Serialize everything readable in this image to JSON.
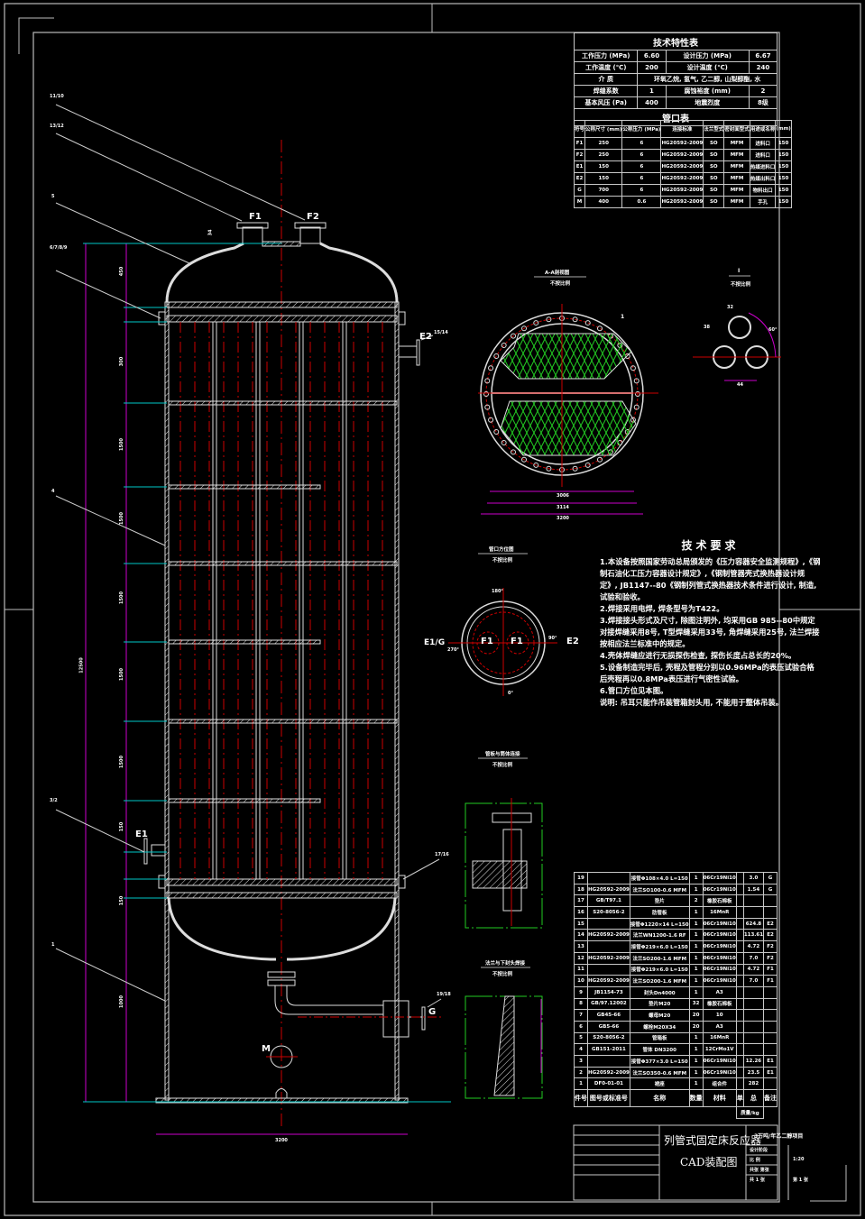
{
  "tech_table": {
    "title": "技术特性表",
    "rows": [
      [
        "工作压力 (MPa)",
        "6.60",
        "设计压力 (MPa)",
        "6.67"
      ],
      [
        "工作温度 (℃)",
        "200",
        "设计温度 (℃)",
        "240"
      ],
      [
        "介 质",
        "环氧乙烷, 氢气, 乙二醇, 山梨醇酯, 水"
      ],
      [
        "焊缝系数",
        "1",
        "腐蚀裕度 (mm)",
        "2"
      ],
      [
        "基本风压 (Pa)",
        "400",
        "地震烈度",
        "8级"
      ]
    ]
  },
  "nozzle_table": {
    "title": "管口表",
    "headers": [
      "符号",
      "公称尺寸 (mm)",
      "公称压力 (MPa)",
      "连接标准",
      "法兰型式",
      "密封面型式",
      "用途或名称",
      "(mm)"
    ],
    "rows": [
      [
        "F1",
        "250",
        "6",
        "HG20592-2009",
        "SO",
        "MFM",
        "进料口",
        "150"
      ],
      [
        "F2",
        "250",
        "6",
        "HG20592-2009",
        "SO",
        "MFM",
        "进料口",
        "150"
      ],
      [
        "E1",
        "150",
        "6",
        "HG20592-2009",
        "SO",
        "MFM",
        "热媒进料口",
        "150"
      ],
      [
        "E2",
        "150",
        "6",
        "HG20592-2009",
        "SO",
        "MFM",
        "热媒出料口",
        "150"
      ],
      [
        "G",
        "700",
        "6",
        "HG20592-2009",
        "SO",
        "MFM",
        "物料出口",
        "150"
      ],
      [
        "M",
        "400",
        "0.6",
        "HG20592-2009",
        "SO",
        "MFM",
        "手孔",
        "150"
      ]
    ]
  },
  "requirements": {
    "title": "技术要求",
    "items": [
      "1.本设备按照国家劳动总局颁发的《压力容器安全监测规程》,《钢制石油化工压力容器设计规定》,《钢制管器壳式换热器设计规定》, JB1147--80《钢制列管式换热器技术条件进行设计, 制造, 试验和验收。",
      "2.焊接采用电焊, 焊条型号为T422。",
      "3.焊接接头形式及尺寸, 除图注明外, 均采用GB 985--80中规定对接焊缝采用8号, T型焊缝采用33号, 角焊缝采用25号, 法兰焊接按相应法兰标准中的规定。",
      "4.壳体焊缝应进行无损探伤检查, 探伤长度占总长的20%。",
      "5.设备制造完毕后, 壳程及管程分别以0.96MPa的表压试验合格后壳程再以0.8MPa表压进行气密性试验。",
      "6.管口方位见本图。",
      "说明: 吊耳只能作吊装管箱封头用, 不能用于整体吊装。"
    ]
  },
  "bom": {
    "rows": [
      [
        "19",
        "",
        "接管Φ108×4.0 L=150",
        "1",
        "06Cr19Ni10",
        "",
        "3.0",
        "G"
      ],
      [
        "18",
        "HG20592-2009",
        "法兰SO100-0.6 MFM",
        "1",
        "06Cr19Ni10",
        "",
        "1.54",
        "G"
      ],
      [
        "17",
        "GB/T97.1",
        "垫片",
        "2",
        "橡胶石棉板",
        "",
        "",
        ""
      ],
      [
        "16",
        "S20-8056-2",
        "肋管板",
        "1",
        "16MnR",
        "",
        "",
        ""
      ],
      [
        "15",
        "",
        "接管Φ1220×14 L=150",
        "1",
        "06Cr19Ni10",
        "",
        "624.8",
        "E2"
      ],
      [
        "14",
        "HG20592-2009",
        "法兰WN1200-1.6 RF",
        "1",
        "06Cr19Ni10",
        "",
        "113.61",
        "E2"
      ],
      [
        "13",
        "",
        "接管Φ219×6.0 L=150",
        "1",
        "06Cr19Ni10",
        "",
        "4.72",
        "F2"
      ],
      [
        "12",
        "HG20592-2009",
        "法兰SO200-1.6 MFM",
        "1",
        "06Cr19Ni10",
        "",
        "7.0",
        "F2"
      ],
      [
        "11",
        "",
        "接管Φ219×6.0 L=150",
        "1",
        "06Cr19Ni10",
        "",
        "4.72",
        "F1"
      ],
      [
        "10",
        "HG20592-2009",
        "法兰SO200-1.6 MFM",
        "1",
        "06Cr19Ni10",
        "",
        "7.0",
        "F1"
      ],
      [
        "9",
        "JB1154-73",
        "封头Dn4000",
        "1",
        "A3",
        "",
        "",
        ""
      ],
      [
        "8",
        "GB/97.12002",
        "垫片M20",
        "32",
        "橡胶石棉板",
        "",
        "",
        ""
      ],
      [
        "7",
        "GB45-66",
        "螺母M20",
        "20",
        "10",
        "",
        "",
        ""
      ],
      [
        "6",
        "GB5-66",
        "螺栓M20X34",
        "20",
        "A3",
        "",
        "",
        ""
      ],
      [
        "5",
        "S20-8056-2",
        "管箱板",
        "1",
        "16MnR",
        "",
        "",
        ""
      ],
      [
        "4",
        "GB151-2011",
        "管体 DN3200",
        "1",
        "12CrMo1V",
        "",
        "",
        ""
      ],
      [
        "3",
        "",
        "接管Φ377×3.0 L=150",
        "1",
        "06Cr19Ni10",
        "",
        "12.26",
        "E1"
      ],
      [
        "2",
        "HG20592-2009",
        "法兰SO350-0.6 MFM",
        "1",
        "06Cr19Ni10",
        "",
        "23.5",
        "E1"
      ],
      [
        "1",
        "DF0-01-01",
        "裙座",
        "1",
        "组合件",
        "",
        "282",
        ""
      ]
    ],
    "headers": [
      "件号",
      "图号或标准号",
      "名称",
      "数量",
      "材料",
      "单",
      "总",
      "备注"
    ],
    "mass_label": "质量/kg"
  },
  "title_block": {
    "title_line1": "列管式固定床反应器",
    "title_line2": "CAD装配图",
    "project": "3万吨/年乙二醇项目",
    "rows": [
      [
        "设计阶段",
        ""
      ],
      [
        "比 例",
        "1:20"
      ],
      [
        "共张 第张",
        ""
      ],
      [
        "共 1 张",
        "第 1 张"
      ]
    ]
  },
  "main_view": {
    "nozzle_labels": [
      "F1",
      "F2",
      "E1",
      "E2",
      "G",
      "M"
    ],
    "balloons": [
      "11/10",
      "13/12",
      "5",
      "6/7/8/9",
      "4",
      "3/2",
      "1",
      "15/14",
      "17/16",
      "19/18"
    ],
    "dims_vertical": [
      "450",
      "300",
      "1500",
      "1500",
      "1500",
      "1500",
      "1500",
      "1000",
      "150",
      "150",
      "12500"
    ],
    "dim_base": "3200",
    "dim_top": "34"
  },
  "section_view": {
    "title": "A-A剖视图",
    "subtitle": "不按比例",
    "dims": [
      "3006",
      "3114",
      "3200"
    ],
    "balloon": "1"
  },
  "detail_i": {
    "title": "I",
    "subtitle": "不按比例",
    "dims": [
      "32",
      "38",
      "60°",
      "44"
    ]
  },
  "orientation_view": {
    "title": "管口方位图",
    "subtitle": "不按比例",
    "angles": [
      "180°",
      "270°",
      "90°",
      "0°"
    ],
    "labels": [
      "E1/G",
      "F1",
      "F1",
      "E2"
    ]
  },
  "detail_tube": {
    "title": "管板与筒体连接",
    "subtitle": "不按比例"
  },
  "detail_head": {
    "title": "法兰与下封头焊接",
    "subtitle": "不按比例"
  },
  "colors": {
    "background": "#000000",
    "line": "#e0e0e0",
    "center": "#cc0000",
    "dimension": "#cc00cc",
    "extension": "#00c8c8",
    "tubes": "#22cc22"
  }
}
